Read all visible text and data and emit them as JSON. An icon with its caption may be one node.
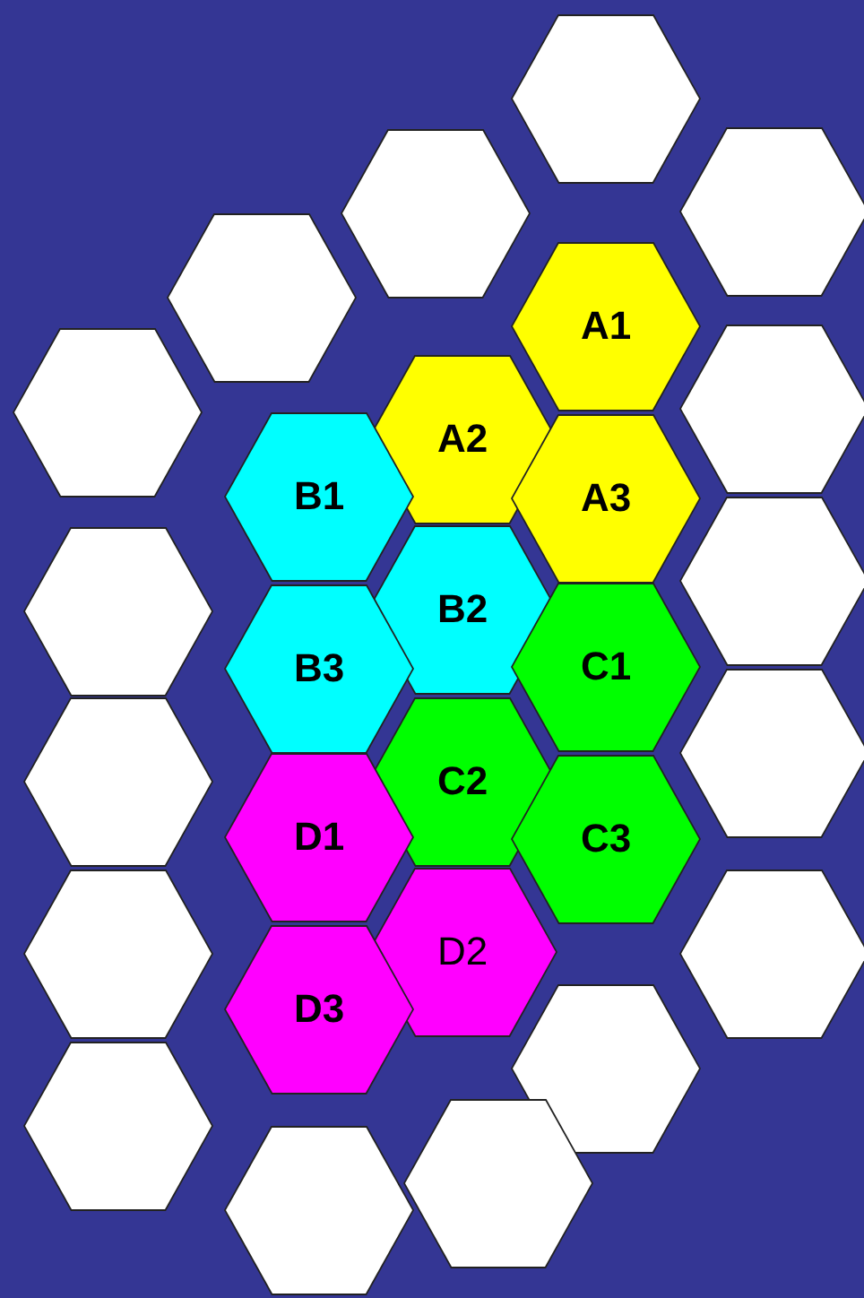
{
  "diagram": {
    "nodes": [
      {
        "text": [
          "A1"
        ]
      },
      {
        "text": [
          "A2"
        ]
      },
      {
        "text": [
          "A3"
        ]
      },
      {
        "text": [
          "B1"
        ]
      },
      {
        "text": [
          "B2"
        ]
      },
      {
        "text": [
          "B3"
        ]
      },
      {
        "text": [
          "C1"
        ]
      },
      {
        "text": [
          "C2"
        ]
      },
      {
        "text": [
          "C3"
        ]
      },
      {
        "text": [
          "D1"
        ]
      },
      {
        "text": [
          "D2"
        ]
      },
      {
        "text": [
          "D3"
        ]
      },
      {
        "text": [],
        "shape": "hexagon"
      },
      {
        "text": [],
        "shape": "hexagon"
      },
      {
        "text": [],
        "shape": "hexagon"
      },
      {
        "text": [],
        "shape": "hexagon"
      },
      {
        "text": [],
        "shape": "hexagon"
      },
      {
        "text": [],
        "shape": "hexagon"
      },
      {
        "text": [],
        "shape": "hexagon"
      },
      {
        "text": [],
        "shape": "hexagon"
      },
      {
        "text": [],
        "shape": "hexagon"
      },
      {
        "text": [],
        "shape": "hexagon"
      },
      {
        "text": [],
        "shape": "hexagon"
      },
      {
        "text": [],
        "shape": "hexagon"
      },
      {
        "text": [],
        "shape": "hexagon"
      },
      {
        "text": [],
        "shape": "hexagon"
      },
      {
        "text": [],
        "shape": "hexagon"
      },
      {
        "text": [],
        "shape": "hexagon"
      }
    ]
  }
}
